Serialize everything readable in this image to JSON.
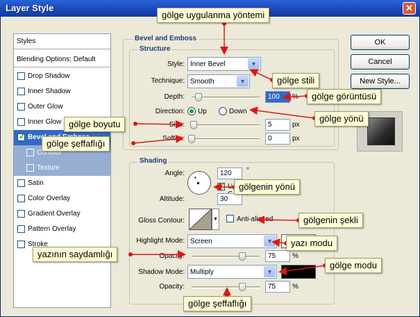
{
  "window": {
    "title": "Layer Style"
  },
  "left_panel": {
    "styles_header": "Styles",
    "blending_options": "Blending Options: Default",
    "items": [
      {
        "label": "Drop Shadow",
        "checked": false
      },
      {
        "label": "Inner Shadow",
        "checked": false
      },
      {
        "label": "Outer Glow",
        "checked": false
      },
      {
        "label": "Inner Glow",
        "checked": false
      },
      {
        "label": "Bevel and Emboss",
        "checked": true
      },
      {
        "label": "Contour",
        "checked": false
      },
      {
        "label": "Texture",
        "checked": false
      },
      {
        "label": "Satin",
        "checked": false
      },
      {
        "label": "Color Overlay",
        "checked": false
      },
      {
        "label": "Gradient Overlay",
        "checked": false
      },
      {
        "label": "Pattern Overlay",
        "checked": false
      },
      {
        "label": "Stroke",
        "checked": false
      }
    ]
  },
  "bevel": {
    "section_title": "Bevel and Emboss",
    "structure_title": "Structure",
    "style_label": "Style:",
    "style_value": "Inner Bevel",
    "technique_label": "Technique:",
    "technique_value": "Smooth",
    "depth_label": "Depth:",
    "depth_value": "100",
    "depth_unit": "%",
    "direction_label": "Direction:",
    "direction_up": "Up",
    "direction_down": "Down",
    "size_label": "Size:",
    "size_value": "5",
    "size_unit": "px",
    "soften_label": "Soften:",
    "soften_value": "0",
    "soften_unit": "px"
  },
  "shading": {
    "title": "Shading",
    "angle_label": "Angle:",
    "angle_value": "120",
    "angle_unit": "°",
    "global_light_label": "Use Global Light",
    "altitude_label": "Altitude:",
    "altitude_value": "30",
    "altitude_unit": "°",
    "gloss_label": "Gloss Contour:",
    "anti_aliased_label": "Anti-aliased",
    "highlight_mode_label": "Highlight Mode:",
    "highlight_mode_value": "Screen",
    "highlight_opacity_label": "Opacity:",
    "highlight_opacity_value": "75",
    "highlight_opacity_unit": "%",
    "shadow_mode_label": "Shadow Mode:",
    "shadow_mode_value": "Multiply",
    "shadow_opacity_label": "Opacity:",
    "shadow_opacity_value": "75",
    "shadow_opacity_unit": "%",
    "shadow_color": "#000000"
  },
  "buttons": {
    "ok": "OK",
    "cancel": "Cancel",
    "new_style": "New Style..."
  },
  "callouts": {
    "method": "gölge uygulanma yöntemi",
    "style": "gölge stili",
    "view": "gölge görüntüsü",
    "direction": "gölge yönü",
    "size": "gölge boyutu",
    "transparency": "gölge şeffaflığı",
    "light_dir": "gölgenin yönü",
    "shape": "gölgenin şekli",
    "text_mode": "yazı modu",
    "text_opacity": "yazının saydamlığı",
    "shadow_mode": "gölge modu",
    "shadow_transparency": "gölge şeffaflığı"
  },
  "colors": {
    "accent": "#316ac5",
    "titlebar": "#1c48b8",
    "arrow": "#e01515"
  }
}
